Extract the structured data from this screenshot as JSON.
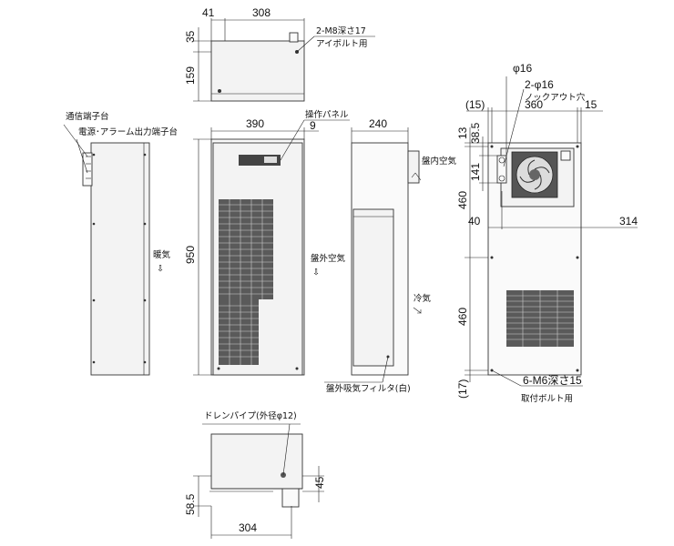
{
  "top_view": {
    "dim_41": "41",
    "dim_308": "308",
    "dim_35": "35",
    "dim_159": "159",
    "callout_eyebolt_1": "2-M8深さ17",
    "callout_eyebolt_2": "アイボルト用"
  },
  "side_view_left": {
    "label_comm_terminal": "通信端子台",
    "label_power_terminal": "電源･アラーム出力端子台",
    "label_warm_air": "暖気",
    "arrow_warm": "⇩"
  },
  "front_view": {
    "dim_390": "390",
    "dim_9": "9",
    "dim_950": "950",
    "label_panel": "操作パネル",
    "label_outside_air": "盤外空気",
    "arrow_outside": "⇩"
  },
  "side_view_right": {
    "dim_240": "240",
    "label_inside_air": "盤内空気",
    "label_cold_air": "冷気",
    "label_filter": "盤外吸気フィルタ(白)"
  },
  "rear_view": {
    "dim_15_left": "(15)",
    "dim_360": "360",
    "dim_15_right": "15",
    "dim_13": "13",
    "dim_38_5": "38.5",
    "dim_141": "141",
    "dim_460_top": "460",
    "dim_40": "40",
    "dim_314": "314",
    "dim_460_bottom": "460",
    "dim_17": "(17)",
    "callout_phi16": "φ16",
    "callout_2phi16": "2-φ16",
    "callout_knockout": "ノックアウト穴",
    "callout_m6_1": "6-M6深さ15",
    "callout_m6_2": "取付ボルト用"
  },
  "bottom_view": {
    "label_drain": "ドレンパイプ(外径φ12)",
    "dim_45": "45",
    "dim_58_5": "58.5",
    "dim_304": "304"
  }
}
